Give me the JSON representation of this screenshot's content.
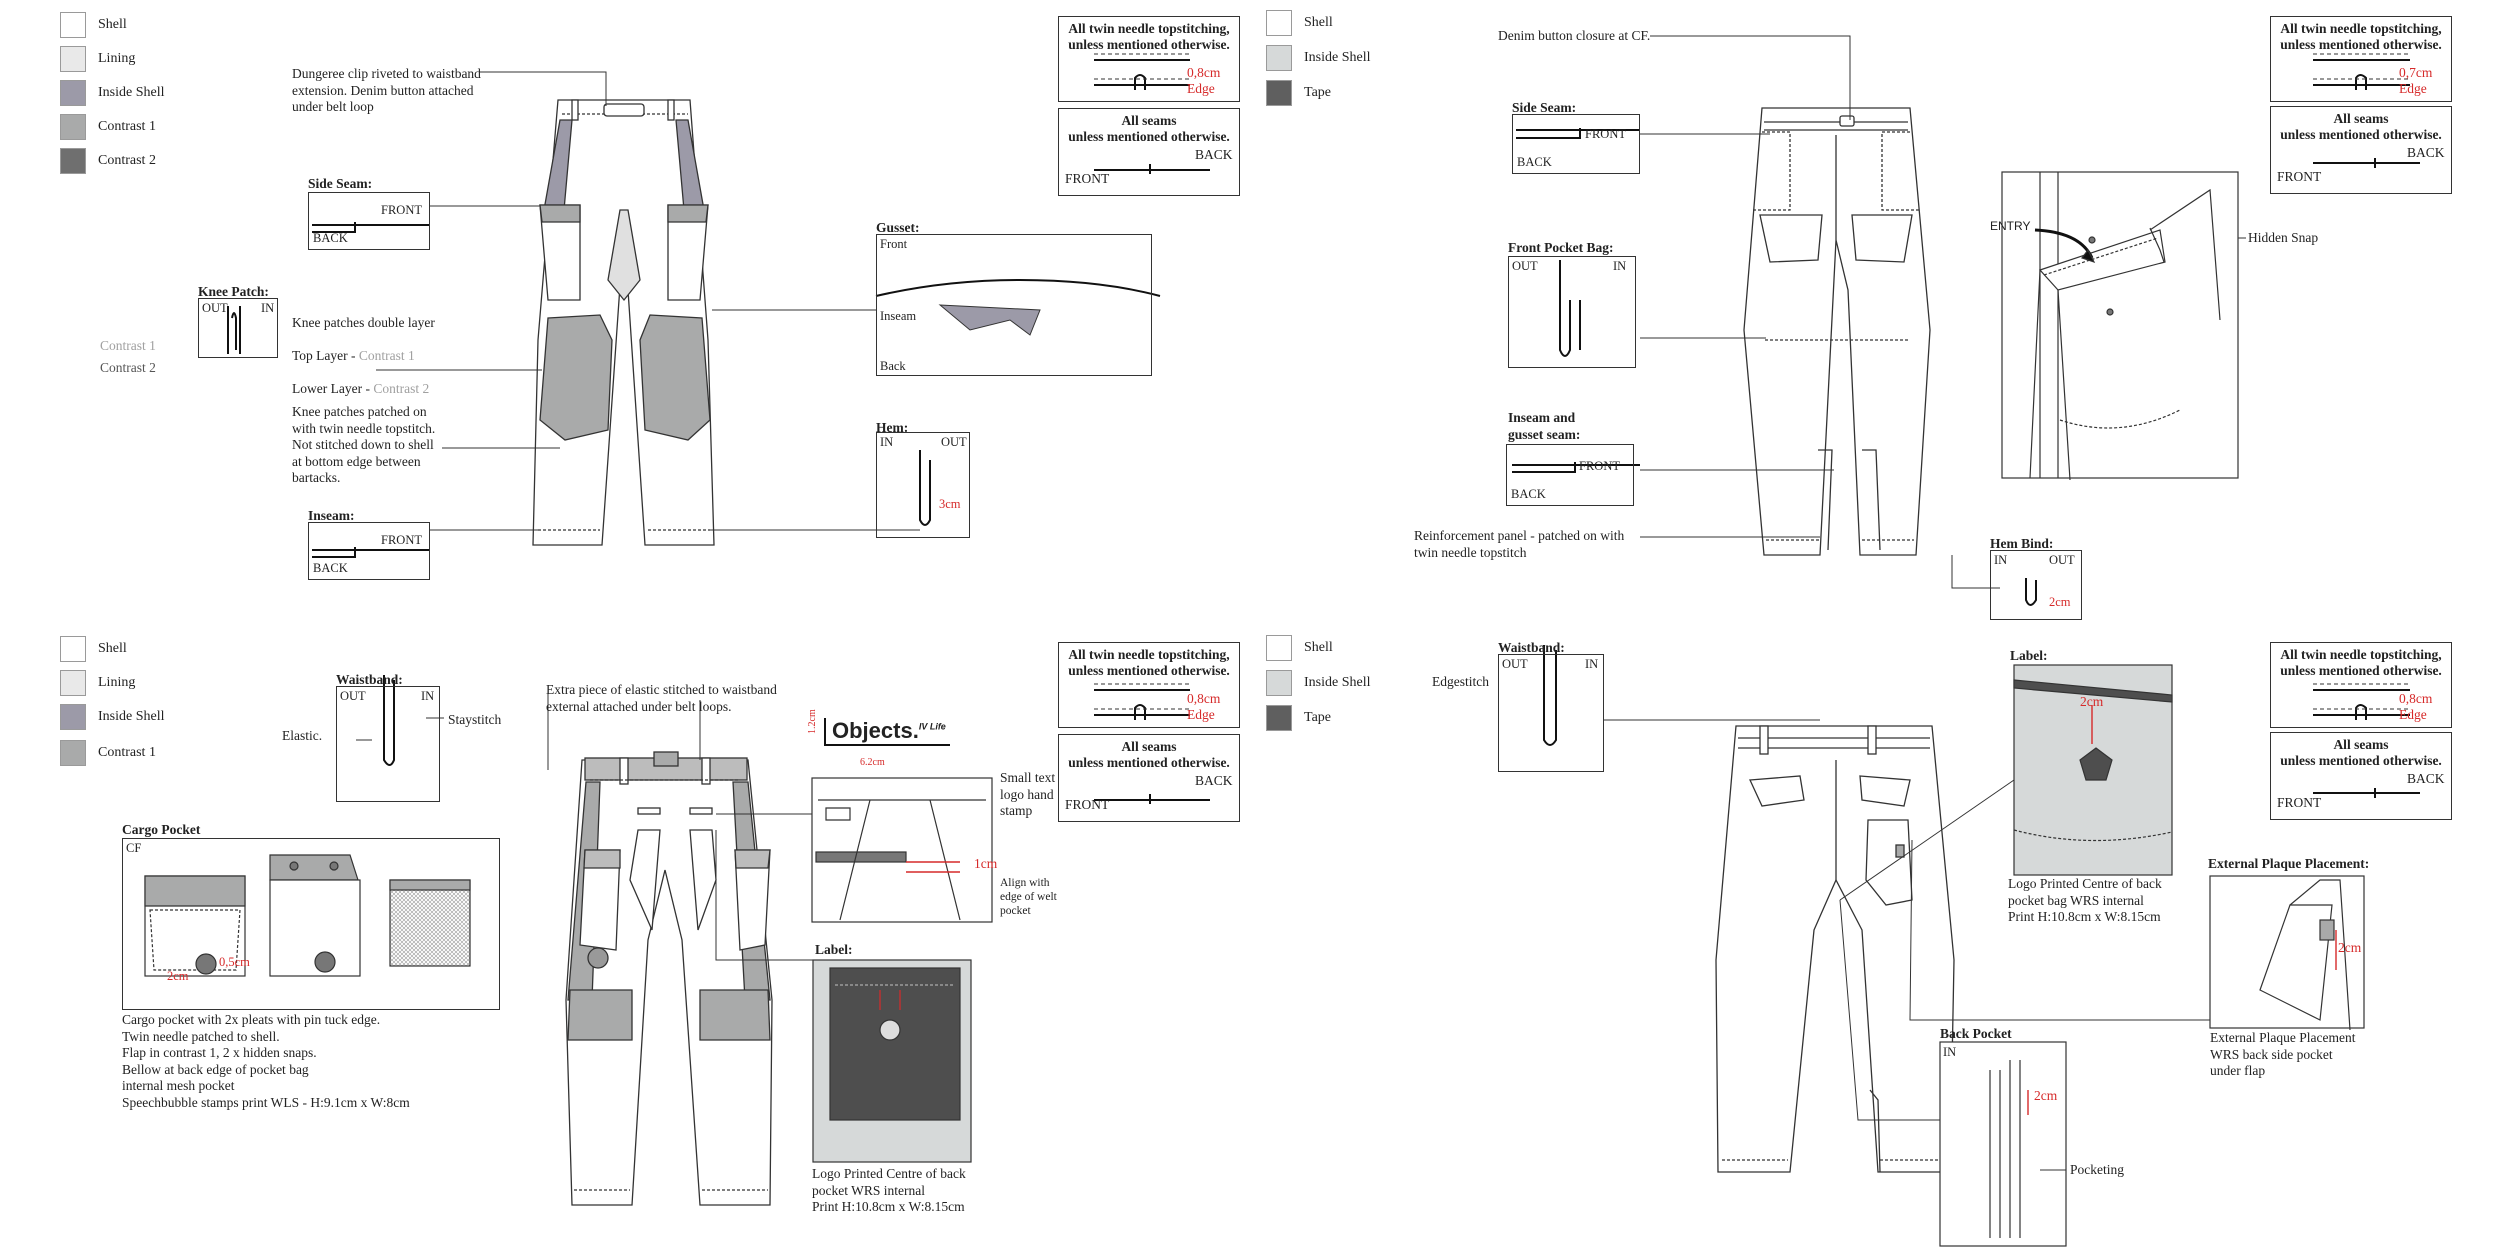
{
  "colors": {
    "shell": "#ffffff",
    "lining": "#e9e9e9",
    "inside_shell_purple": "#9c9aa8",
    "inside_shell_grey": "#d6d9d9",
    "contrast1": "#a9aaaa",
    "contrast2": "#6f6f6f",
    "tape": "#5f5f5f",
    "red": "#d62a2a"
  },
  "legends": {
    "q1": [
      "Shell",
      "Lining",
      "Inside Shell",
      "Contrast 1",
      "Contrast 2"
    ],
    "q2": [
      "Shell",
      "Inside Shell",
      "Tape"
    ],
    "q3": [
      "Shell",
      "Lining",
      "Inside Shell",
      "Contrast 1"
    ],
    "q4": [
      "Shell",
      "Inside Shell",
      "Tape"
    ]
  },
  "notes": {
    "twin_title_1": "All twin needle topstitching,",
    "twin_title_2": "unless mentioned otherwise.",
    "seams_title_1": "All seams",
    "seams_title_2": "unless mentioned otherwise.",
    "edge": "Edge",
    "back": "BACK",
    "front": "FRONT",
    "q1_twin_val": "0,8cm",
    "q2_twin_val": "0,7cm",
    "q3_twin_val": "0,8cm",
    "q4_twin_val": "0,8cm"
  },
  "q1": {
    "dungeree": "Dungeree clip riveted to waistband\nextension. Denim button attached\nunder belt loop",
    "side_seam": "Side Seam:",
    "knee_patch": "Knee Patch:",
    "out": "OUT",
    "in": "IN",
    "contrast1": "Contrast 1",
    "contrast2": "Contrast 2",
    "knee_double": "Knee patches double layer",
    "top_layer": "Top Layer - ",
    "lower_layer": "Lower Layer - ",
    "knee_patched": "Knee patches patched on\nwith twin needle topstitch.\nNot stitched down to shell\nat bottom edge between\nbartacks.",
    "inseam": "Inseam:",
    "gusset": "Gusset:",
    "gusset_front": "Front",
    "gusset_inseam": "Inseam",
    "gusset_back": "Back",
    "hem": "Hem:",
    "hem_val": "3cm"
  },
  "q2": {
    "denim_button": "Denim button closure at CF.",
    "side_seam": "Side Seam:",
    "front_pocket_bag": "Front Pocket Bag:",
    "out": "OUT",
    "in": "IN",
    "inseam_gusset": "Inseam and\ngusset seam:",
    "reinforcement": "Reinforcement panel - patched on with\ntwin needle topstitch",
    "entry": "ENTRY",
    "hidden_snap": "Hidden Snap",
    "hem_bind": "Hem Bind:",
    "hem_val": "2cm"
  },
  "q3": {
    "waistband": "Waistband:",
    "out": "OUT",
    "in": "IN",
    "elastic": "Elastic.",
    "staystitch": "Staystitch",
    "extra_elastic": "Extra piece of elastic stitched to waistband\nexternal attached under belt loops.",
    "cargo_pocket": "Cargo Pocket",
    "cf": "CF",
    "pocket_val1": "0,5cm",
    "pocket_val2": "2cm",
    "cargo_desc": "Cargo pocket with 2x pleats with pin tuck edge.\nTwin needle patched to shell.\nFlap in contrast 1, 2 x hidden snaps.\nBellow at back edge of pocket bag\ninternal mesh pocket\nSpeechbubble stamps print WLS - H:9.1cm x W:8cm",
    "logo_text": "Objects.",
    "logo_sub": "IV Life",
    "logo_h": "1.2cm",
    "logo_w": "6.2cm",
    "small_text": "Small text\nlogo hand\nstamp",
    "one_cm": "1cm",
    "align": "Align with\nedge of welt\npocket",
    "label": "Label:",
    "label_desc": "Logo Printed Centre of back\npocket WRS internal\nPrint H:10.8cm x W:8.15cm"
  },
  "q4": {
    "waistband": "Waistband:",
    "out": "OUT",
    "in": "IN",
    "edgestitch": "Edgestitch",
    "label": "Label:",
    "label_val": "2cm",
    "label_desc": "Logo Printed Centre of back\npocket bag WRS internal\nPrint H:10.8cm x W:8.15cm",
    "plaque": "External Plaque Placement:",
    "plaque_val": "2cm",
    "plaque_desc": "External Plaque Placement\nWRS back side pocket\nunder flap",
    "back_pocket": "Back Pocket",
    "bp_in": "IN",
    "bp_val": "2cm",
    "pocketing": "Pocketing"
  }
}
